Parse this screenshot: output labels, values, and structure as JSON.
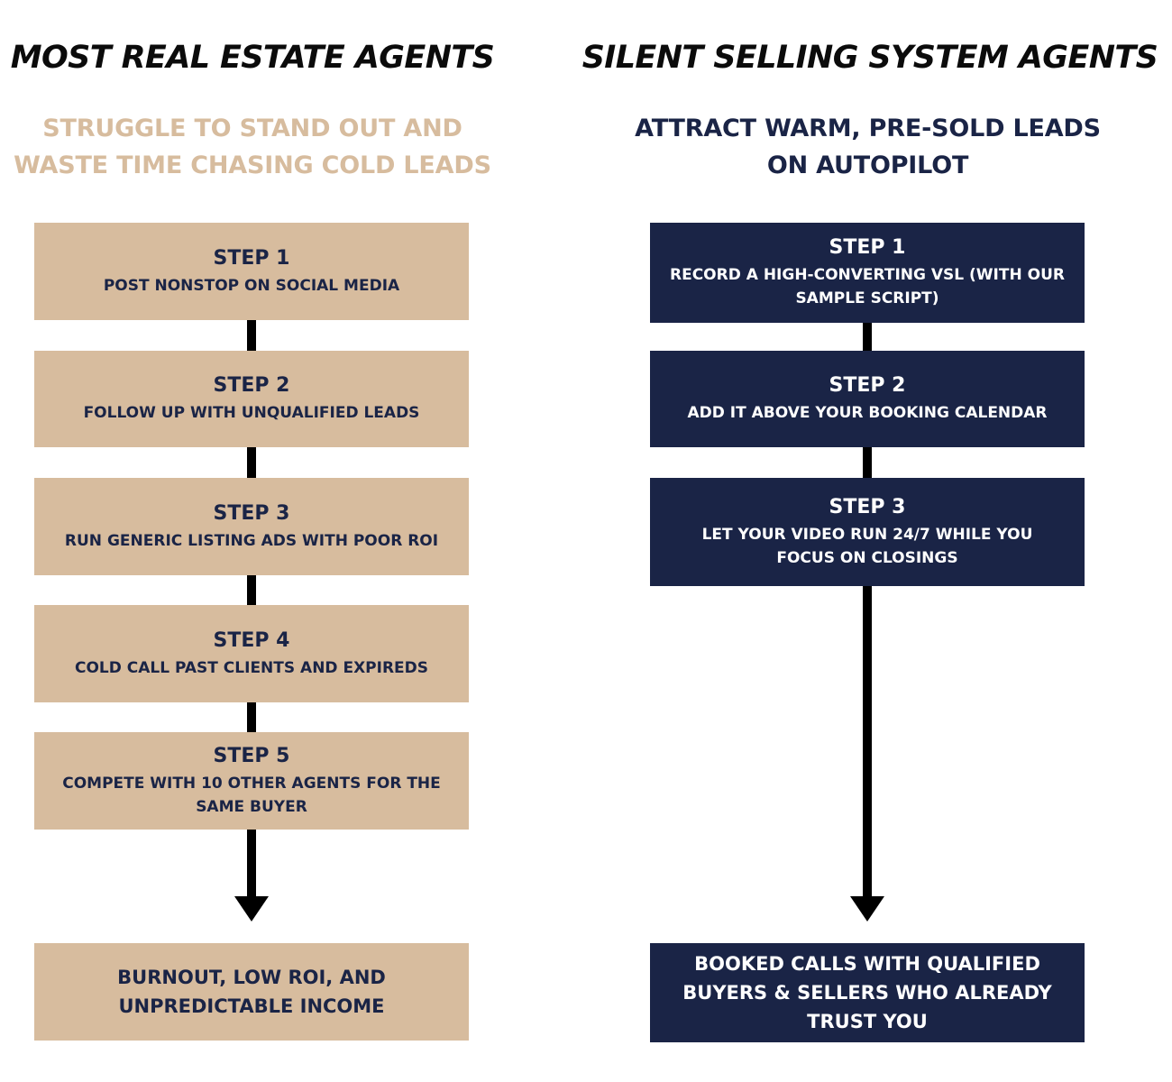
{
  "left": {
    "title": "MOST REAL ESTATE AGENTS",
    "subtitle": "STRUGGLE TO STAND OUT AND WASTE TIME CHASING COLD LEADS",
    "colors": {
      "box": "#d7bc9e",
      "text": "#1a2446",
      "subtitle": "#d7bc9e"
    },
    "steps": [
      {
        "title": "STEP 1",
        "text": "POST NONSTOP ON SOCIAL MEDIA"
      },
      {
        "title": "STEP 2",
        "text": "FOLLOW UP WITH UNQUALIFIED LEADS"
      },
      {
        "title": "STEP 3",
        "text": "RUN GENERIC LISTING ADS WITH POOR ROI"
      },
      {
        "title": "STEP 4",
        "text": "COLD CALL PAST CLIENTS AND EXPIREDS"
      },
      {
        "title": "STEP 5",
        "text": "COMPETE WITH 10 OTHER AGENTS FOR THE SAME BUYER"
      }
    ],
    "outcome": "BURNOUT, LOW ROI, AND UNPREDICTABLE INCOME"
  },
  "right": {
    "title": "SILENT SELLING SYSTEM AGENTS",
    "subtitle": "ATTRACT WARM, PRE-SOLD LEADS ON AUTOPILOT",
    "colors": {
      "box": "#1a2446",
      "text": "#ffffff",
      "subtitle": "#1a2446"
    },
    "steps": [
      {
        "title": "STEP 1",
        "text": "RECORD A HIGH-CONVERTING VSL (WITH OUR SAMPLE SCRIPT)"
      },
      {
        "title": "STEP 2",
        "text": "ADD IT ABOVE YOUR BOOKING CALENDAR"
      },
      {
        "title": "STEP 3",
        "text": "LET YOUR VIDEO RUN 24/7 WHILE YOU FOCUS ON CLOSINGS"
      }
    ],
    "outcome": "BOOKED CALLS WITH QUALIFIED BUYERS & SELLERS WHO ALREADY TRUST YOU"
  }
}
